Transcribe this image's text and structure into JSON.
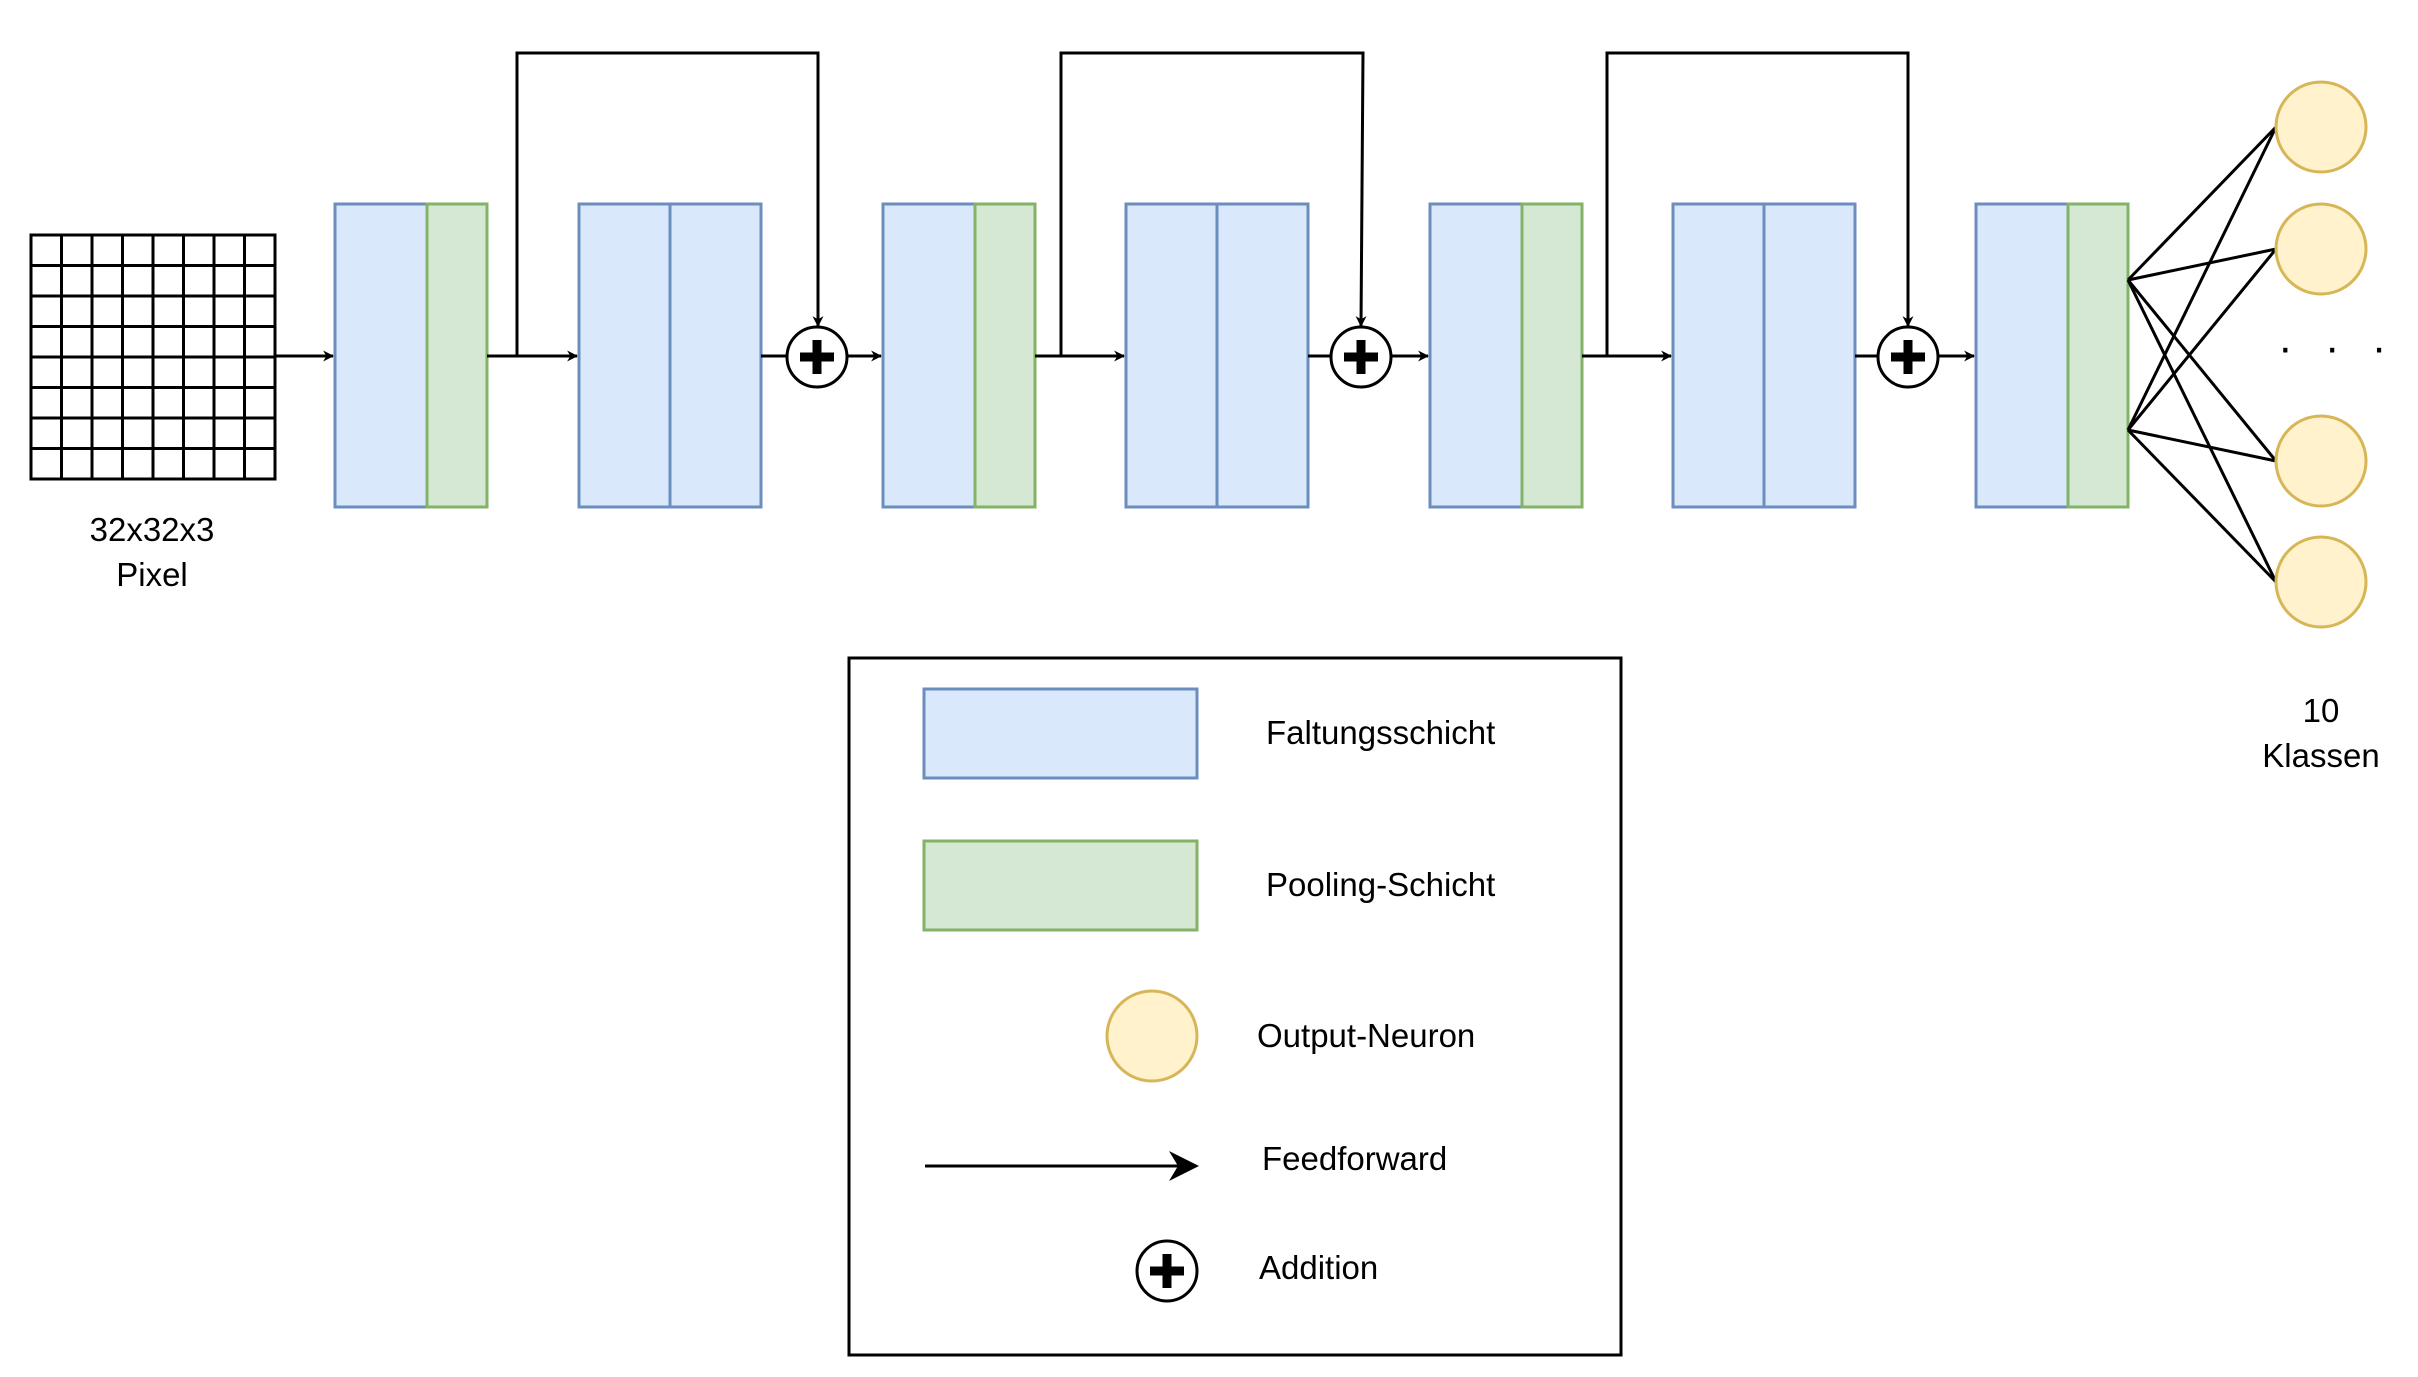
{
  "labels": {
    "input_line1": "32x32x3",
    "input_line2": "Pixel",
    "output_line1": "10",
    "output_line2": "Klassen",
    "ellipsis": "· · ·"
  },
  "legend": {
    "conv": "Faltungsschicht",
    "pool": "Pooling-Schicht",
    "neuron": "Output-Neuron",
    "feedforward": "Feedforward",
    "addition": "Addition"
  },
  "colors": {
    "conv_fill": "#dae8fc",
    "conv_stroke": "#6c8ebf",
    "pool_fill": "#d5e8d4",
    "pool_stroke": "#82b366",
    "neuron_fill": "#fff2cc",
    "neuron_stroke": "#d6b656"
  }
}
